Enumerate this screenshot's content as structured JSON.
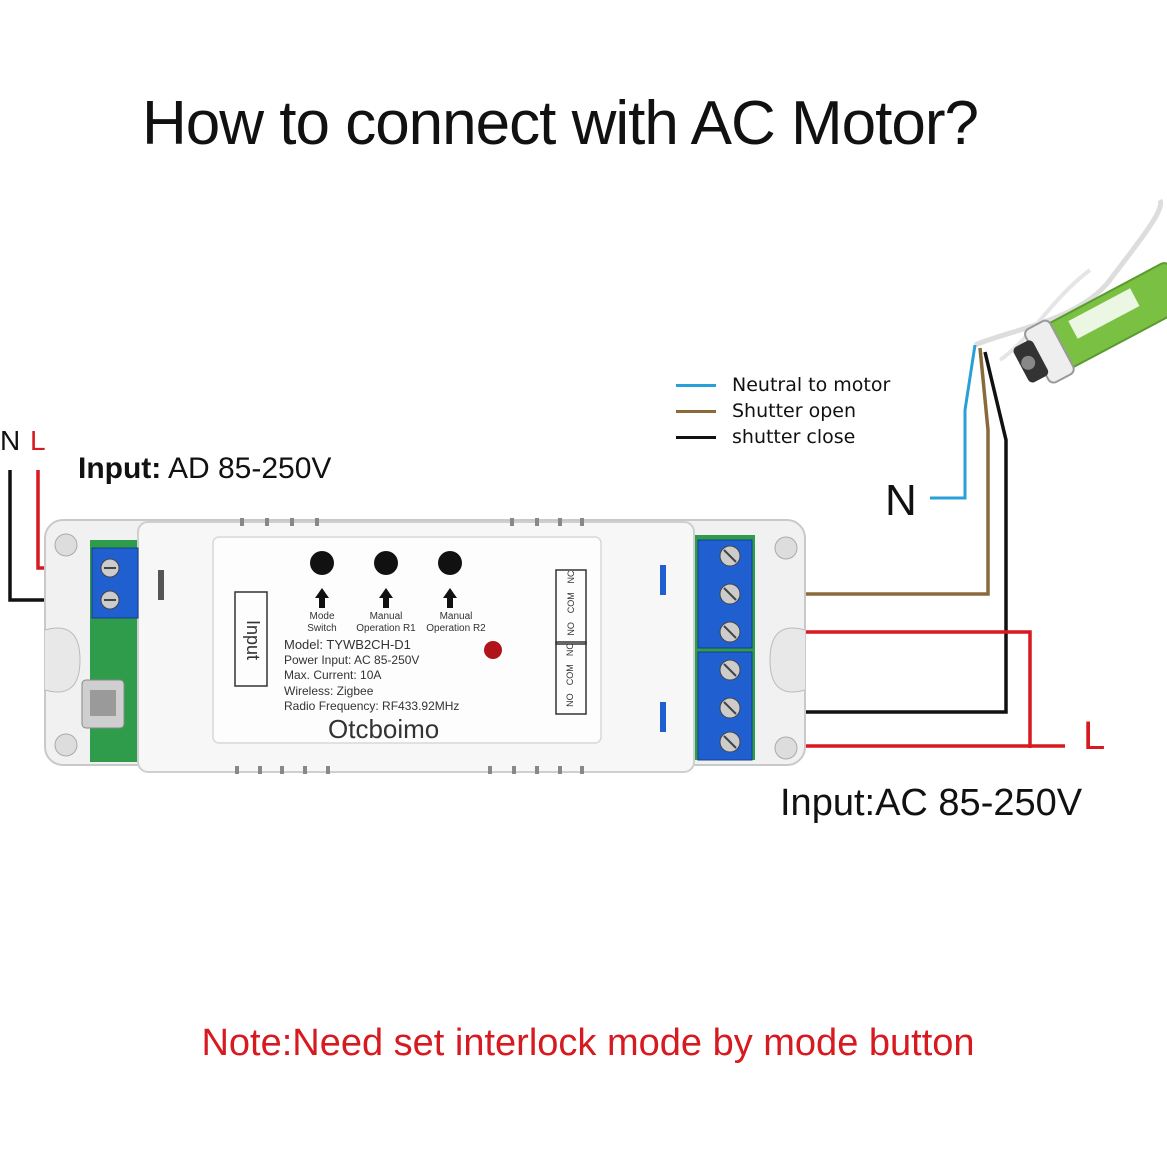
{
  "title": "How to connect with AC Motor?",
  "note": "Note:Need set interlock mode by mode button",
  "left_input": {
    "n_label": "N",
    "l_label": "L",
    "caption_bold": "Input:",
    "caption_value": " AD 85-250V"
  },
  "right_input": {
    "n_label": "N",
    "l_label": "L",
    "caption": "Input:AC 85-250V"
  },
  "legend": [
    {
      "label": "Neutral to motor",
      "color": "#2aa0d8"
    },
    {
      "label": "Shutter open",
      "color": "#8a6a3a"
    },
    {
      "label": "shutter close",
      "color": "#111111"
    }
  ],
  "device": {
    "input_label": "Input",
    "buttons": [
      {
        "label_line1": "Mode",
        "label_line2": "Switch"
      },
      {
        "label_line1": "Manual",
        "label_line2": "Operation R1"
      },
      {
        "label_line1": "Manual",
        "label_line2": "Operation R2"
      }
    ],
    "specs": [
      "Model: TYWB2CH-D1",
      "Power Input: AC 85-250V",
      "Max. Current: 10A",
      "Wireless: Zigbee",
      "Radio Frequency: RF433.92MHz"
    ],
    "brand": "Otcboimo",
    "relay1_labels": [
      "NO",
      "COM",
      "NC"
    ],
    "relay2_labels": [
      "NO",
      "COM",
      "NC"
    ]
  },
  "colors": {
    "live": "#d71920",
    "neutral": "#2aa0d8",
    "open": "#8a6a3a",
    "close": "#111111",
    "terminal": "#1f5fd0",
    "pcb": "#2e9c4a",
    "motor": "#7ac143"
  }
}
